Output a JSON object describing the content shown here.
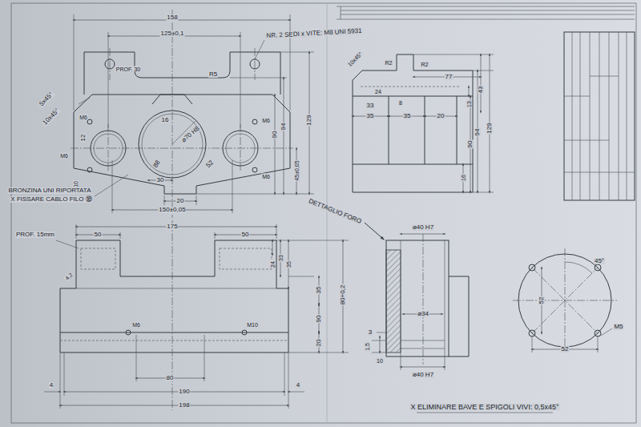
{
  "diagram": {
    "labels": [
      "158",
      "125±0,1",
      "NR. 2 SEDI x VITE: M8 UNI 5931",
      "PROF. 30",
      "R5",
      "5x45°",
      "10x45°",
      "16",
      "⌀70 H8",
      "M6",
      "12",
      "M6",
      "M6",
      "⌀10",
      "88",
      "30",
      "52",
      "M6",
      "90",
      "94",
      "129",
      "45±0,05",
      "BRONZINA UNI RIPORTATA",
      "X FISSARE CABLO FILO ⑱",
      "20",
      "150±0,05",
      "10x45°",
      "R2",
      "R2",
      "77",
      "43",
      "24",
      "8",
      "33",
      "35",
      "35",
      "20",
      "13",
      "16",
      "90",
      "94",
      "129",
      "DETTAGLIO FORO",
      "175",
      "PROF. 15mm",
      "50",
      "50",
      "4,2",
      "24",
      "33",
      "35",
      "35",
      "90",
      "80+0,2",
      "20",
      "M6",
      "M10",
      "80",
      "190",
      "198",
      "4",
      "4",
      "⌀40 H7",
      "⌀34",
      "3",
      "10",
      "1,5",
      "⌀40 H7",
      "52",
      "52",
      "M5",
      "45°",
      "X ELIMINARE BAVE E SPIGOLI VIVI: 0,5x45°"
    ]
  }
}
